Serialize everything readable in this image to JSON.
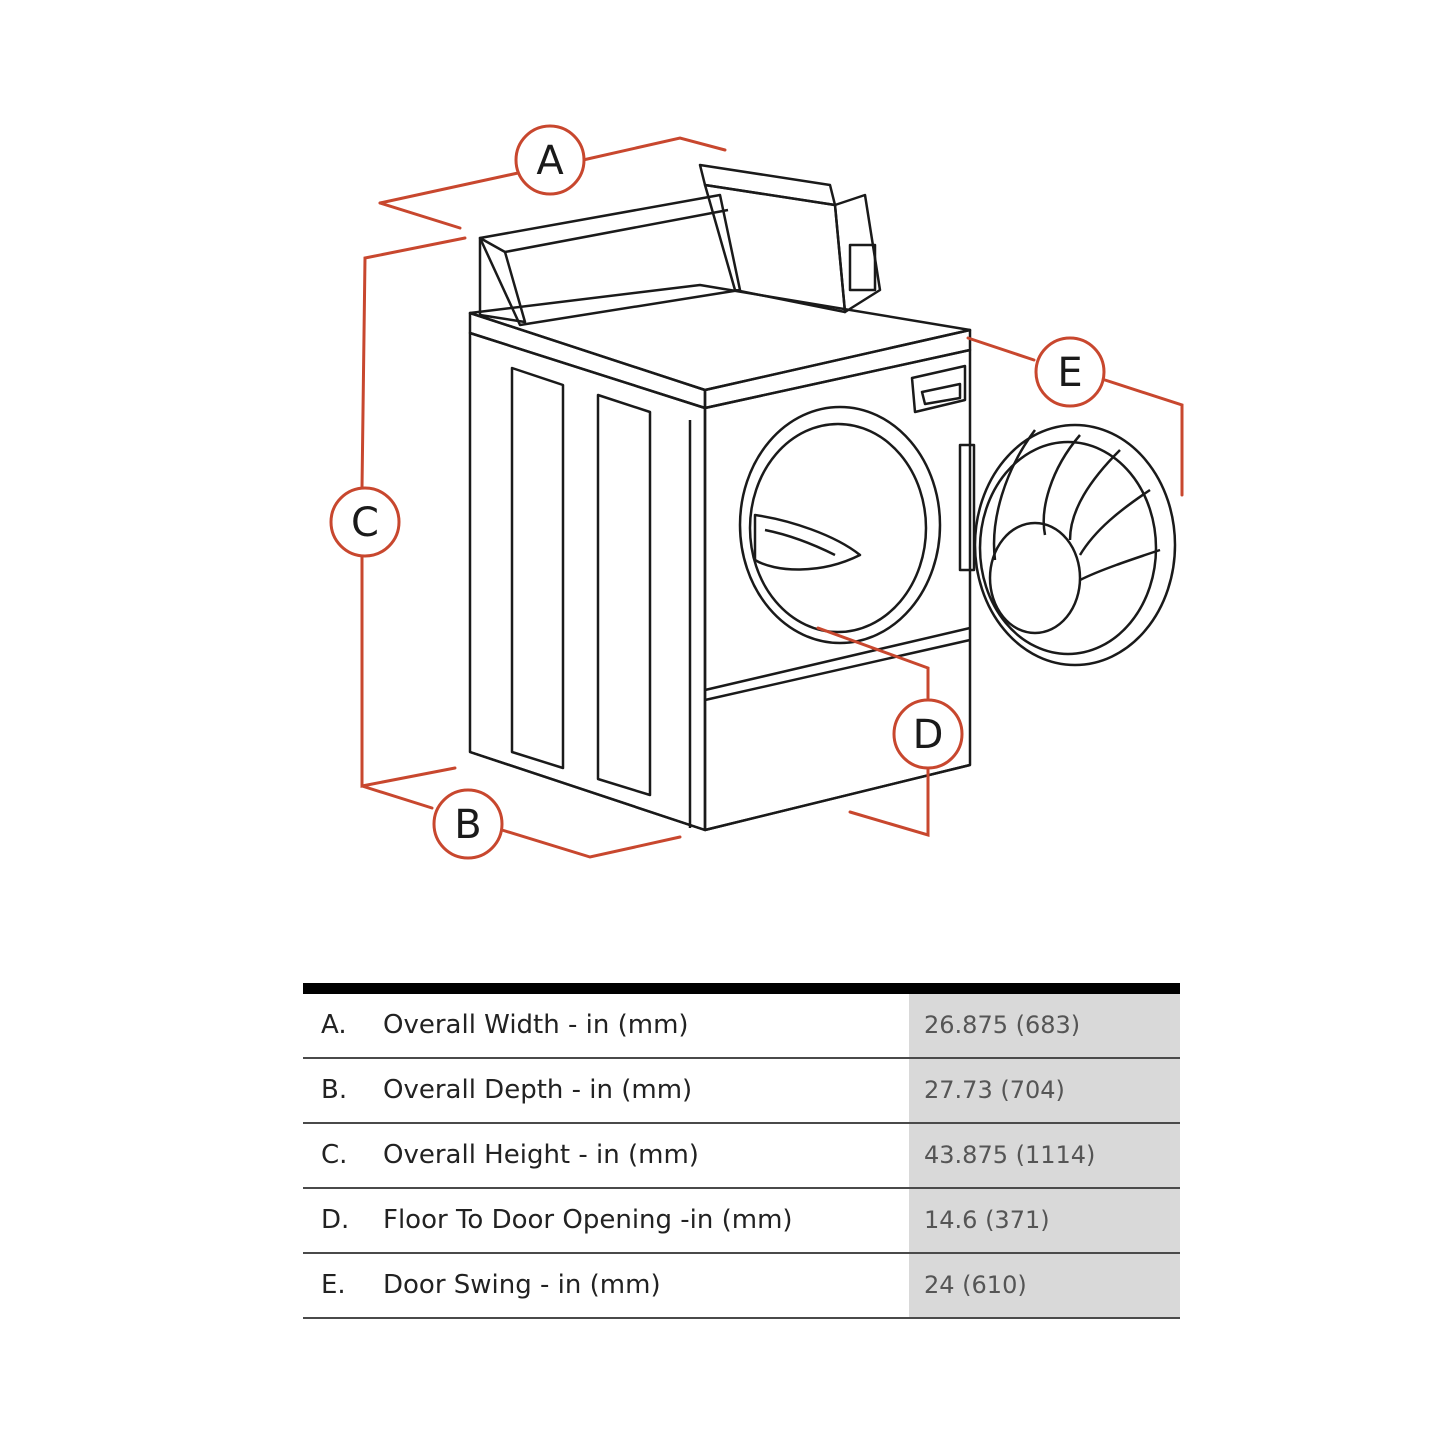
{
  "colors": {
    "dimension_line": "#c8472e",
    "outline": "#1a1a1a",
    "value_bg": "#d9d9d9",
    "table_rule": "#000000"
  },
  "diagram": {
    "letters": [
      "A",
      "B",
      "C",
      "D",
      "E"
    ]
  },
  "specs": {
    "rows": [
      {
        "letter": "A.",
        "label": "Overall Width - in (mm)",
        "value": "26.875 (683)"
      },
      {
        "letter": "B.",
        "label": "Overall Depth -  in (mm)",
        "value": "27.73 (704)"
      },
      {
        "letter": "C.",
        "label": "Overall Height - in (mm)",
        "value": "43.875 (1114)"
      },
      {
        "letter": "D.",
        "label": "Floor To Door Opening -in (mm)",
        "value": "14.6 (371)"
      },
      {
        "letter": "E.",
        "label": "Door Swing - in (mm)",
        "value": "24 (610)"
      }
    ]
  }
}
